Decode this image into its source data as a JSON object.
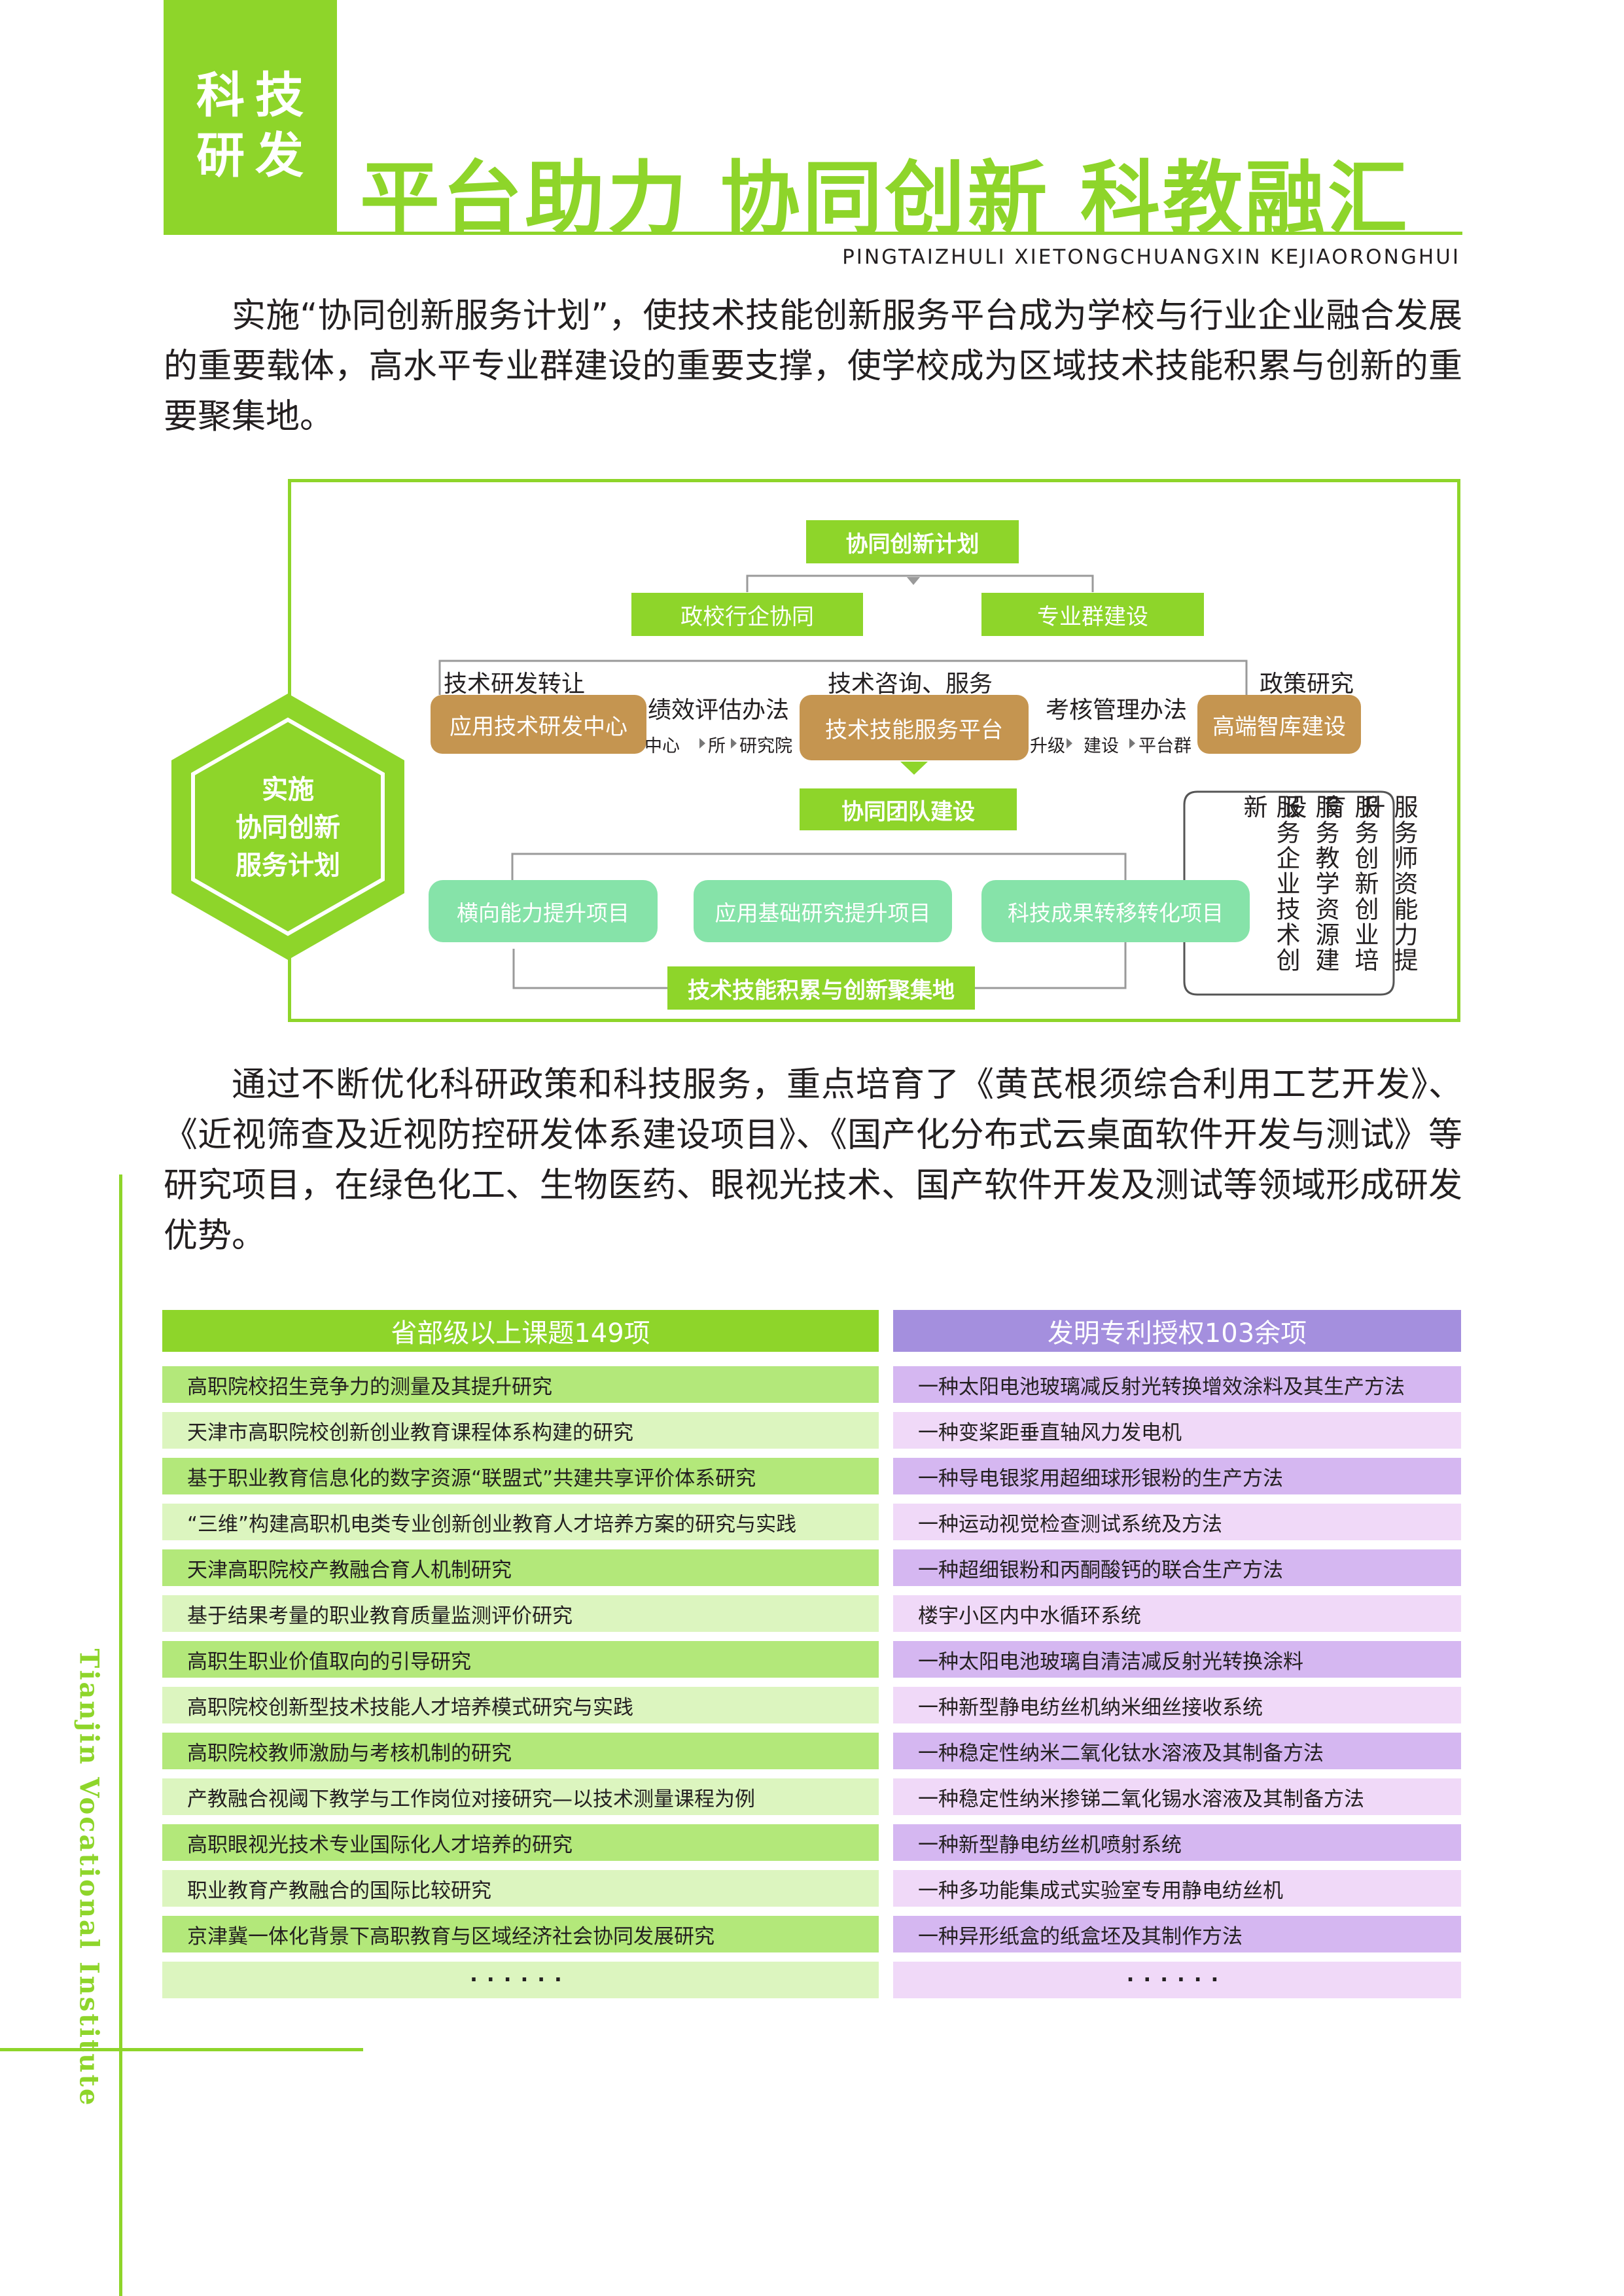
{
  "header": {
    "section_tag": "科技\n研发",
    "title": "平台助力 协同创新 科教融汇",
    "subtitle": "PINGTAIZHULI XIETONGCHUANGXIN KEJIAORONGHUI"
  },
  "intro_paragraph": "实施“协同创新服务计划”，使技术技能创新服务平台成为学校与行业企业融合发展的重要载体，高水平专业群建设的重要支撑，使学校成为区域技术技能积累与创新的重要聚集地。",
  "diagram": {
    "hexagon_text": "实施\n协同创新\n服务计划",
    "top_node": "协同创新计划",
    "level2": [
      "政校行企协同",
      "专业群建设"
    ],
    "labels_above": {
      "left": "技术研发转让",
      "center": "技术咨询、服务",
      "right": "政策研究",
      "method_left": "绩效评估办法",
      "method_right": "考核管理办法"
    },
    "platforms": [
      "应用技术研发中心",
      "技术技能服务平台",
      "高端智库建设"
    ],
    "sub_labels_left": [
      "中心",
      "所",
      "研究院"
    ],
    "sub_labels_right": [
      "升级",
      "建设",
      "平台群"
    ],
    "team_node": "协同团队建设",
    "projects": [
      "横向能力提升项目",
      "应用基础研究提升项目",
      "科技成果转移转化项目"
    ],
    "bottom_node": "技术技能积累与创新聚集地",
    "vertical_columns": [
      "服务师资能力提升",
      "服务创新创业培育",
      "服务教学资源建设",
      "服务企业技术创新"
    ]
  },
  "research_paragraph": "通过不断优化科研政策和科技服务，重点培育了《黄芪根须综合利用工艺开发》、《近视筛查及近视防控研发体系建设项目》、《国产化分布式云桌面软件开发与测试》等研究项目，在绿色化工、生物医药、眼视光技术、国产软件开发及测试等领域形成研发优势。",
  "projects_table": {
    "header": "省部级以上课题149项",
    "rows": [
      "高职院校招生竞争力的测量及其提升研究",
      "天津市高职院校创新创业教育课程体系构建的研究",
      "基于职业教育信息化的数字资源“联盟式”共建共享评价体系研究",
      "“三维”构建高职机电类专业创新创业教育人才培养方案的研究与实践",
      "天津高职院校产教融合育人机制研究",
      "基于结果考量的职业教育质量监测评价研究",
      "高职生职业价值取向的引导研究",
      "高职院校创新型技术技能人才培养模式研究与实践",
      "高职院校教师激励与考核机制的研究",
      "产教融合视阈下教学与工作岗位对接研究—以技术测量课程为例",
      "高职眼视光技术专业国际化人才培养的研究",
      "职业教育产教融合的国际比较研究",
      "京津冀一体化背景下高职教育与区域经济社会协同发展研究",
      "······"
    ]
  },
  "patents_table": {
    "header": "发明专利授权103余项",
    "rows": [
      "一种太阳电池玻璃减反射光转换增效涂料及其生产方法",
      "一种变桨距垂直轴风力发电机",
      "一种导电银浆用超细球形银粉的生产方法",
      "一种运动视觉检查测试系统及方法",
      "一种超细银粉和丙酮酸钙的联合生产方法",
      "楼宇小区内中水循环系统",
      "一种太阳电池玻璃自清洁减反射光转换涂料",
      "一种新型静电纺丝机纳米细丝接收系统",
      "一种稳定性纳米二氧化钛水溶液及其制备方法",
      "一种稳定性纳米掺锑二氧化锡水溶液及其制备方法",
      "一种新型静电纺丝机喷射系统",
      "一种多功能集成式实验室专用静电纺丝机",
      "一种异形纸盒的纸盒坯及其制作方法",
      "······"
    ]
  },
  "margin_text": "Tianjin Vocational Institute",
  "colors": {
    "brand_green": "#8ed52a",
    "light_green": "#b3e87a",
    "pale_green": "#dcf5bf",
    "purple": "#a48fde",
    "lilac": "#d5b7f1",
    "pale_lilac": "#f0d9f8",
    "brown": "#c59550",
    "mint": "#86e3a9"
  }
}
